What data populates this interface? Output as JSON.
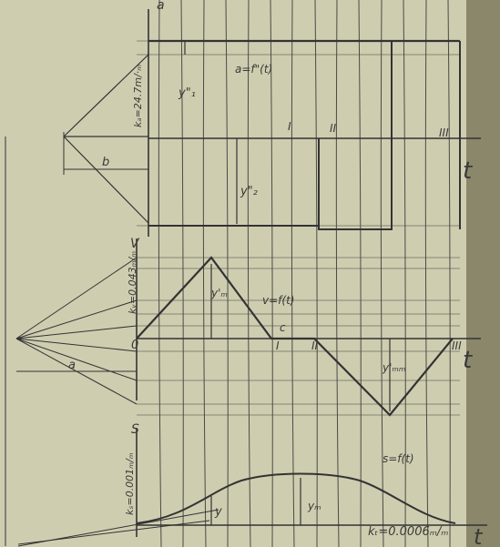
{
  "colors": {
    "paper": "#cfcdb0",
    "paper_shadow": "#7d7a5e",
    "ink": "#3b3b3a",
    "grid": "#4a4a46"
  },
  "labels": {
    "a_axis": "a",
    "t_top": "t",
    "t_mid": "t",
    "a_curve": "a=f\"(t)",
    "k_a": "kₐ=24.7m/·ₘ",
    "y1": "y\"₁",
    "y2": "y\"₂",
    "b": "b",
    "I_top": "I",
    "II_top": "II",
    "III_top": "III",
    "v_axis": "V",
    "k_v": "kᵥ=0.043ₘ/ₘ",
    "y_v": "y'ₘ",
    "v_curve": "v=f(t)",
    "c_label": "c",
    "zero": "0",
    "I_mid": "I",
    "II_mid": "II",
    "III_mid": "III",
    "y_v2": "y'ₘₘ",
    "a_pole": "a",
    "s_axis": "S",
    "s_curve": "s=f(t)",
    "k_s": "kₛ=0.001ₘ/ₘ",
    "y_s": "y",
    "y_m": "yₘ",
    "k_t": "kₜ=0.0006ₘ/ₘ",
    "t_bottom": "t"
  }
}
